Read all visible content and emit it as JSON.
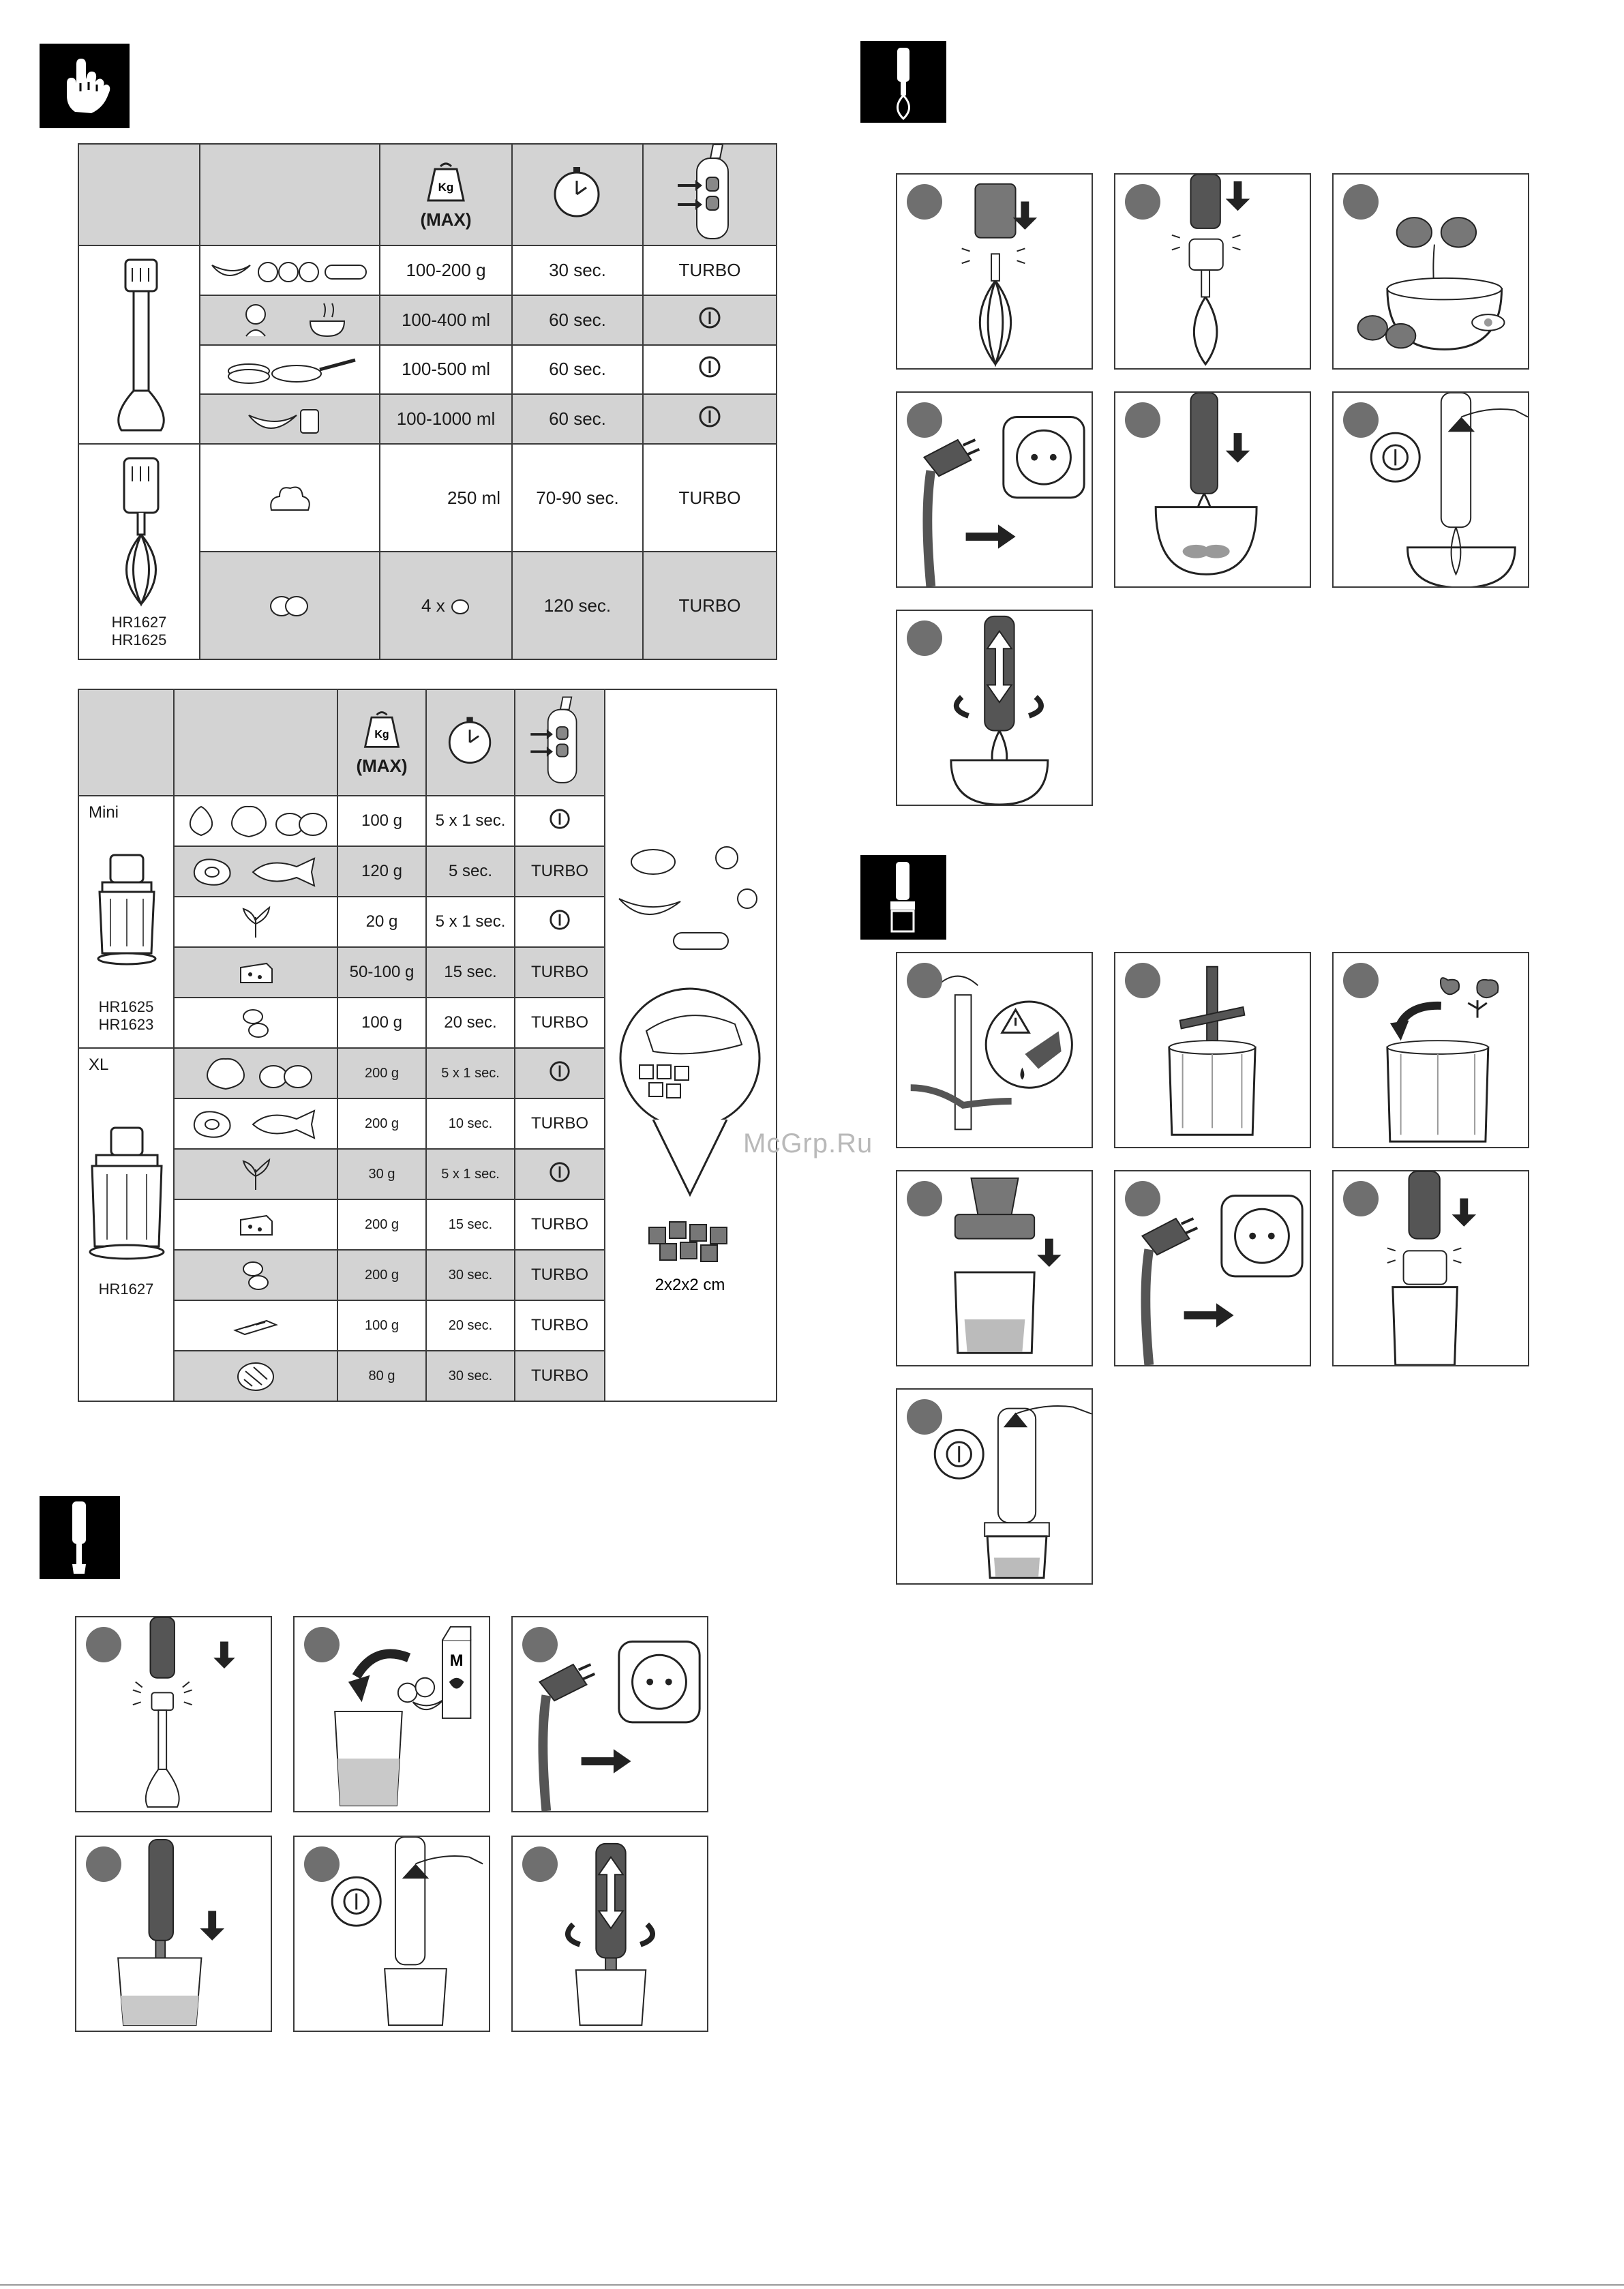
{
  "header_icons": [
    "hand-finger-icon",
    "whisk-attachment-icon",
    "chopper-attachment-icon",
    "blender-wand-icon"
  ],
  "table1": {
    "header": {
      "weight_icon_text": "Kg",
      "max_label": "(MAX)"
    },
    "blender_rows": [
      {
        "amount": "100-200 g",
        "time": "30 sec.",
        "speed": "TURBO"
      },
      {
        "amount": "100-400 ml",
        "time": "60 sec.",
        "speed": "I"
      },
      {
        "amount": "100-500 ml",
        "time": "60 sec.",
        "speed": "I"
      },
      {
        "amount": "100-1000 ml",
        "time": "60 sec.",
        "speed": "I"
      }
    ],
    "whisk_rows": [
      {
        "amount": "250 ml",
        "time": "70-90 sec.",
        "speed": "TURBO"
      },
      {
        "amount_prefix": "4 x",
        "time": "120 sec.",
        "speed": "TURBO"
      }
    ],
    "whisk_models": [
      "HR1627",
      "HR1625"
    ]
  },
  "table2": {
    "header": {
      "weight_icon_text": "Kg",
      "max_label": "(MAX)"
    },
    "mini_label": "Mini",
    "mini_models": [
      "HR1625",
      "HR1623"
    ],
    "mini_rows": [
      {
        "amount": "100 g",
        "time": "5 x 1 sec.",
        "speed": "I"
      },
      {
        "amount": "120 g",
        "time": "5 sec.",
        "speed": "TURBO"
      },
      {
        "amount": "20 g",
        "time": "5 x 1 sec.",
        "speed": "I"
      },
      {
        "amount": "50-100 g",
        "time": "15 sec.",
        "speed": "TURBO"
      },
      {
        "amount": "100 g",
        "time": "20 sec.",
        "speed": "TURBO"
      }
    ],
    "xl_label": "XL",
    "xl_models": [
      "HR1627"
    ],
    "xl_rows": [
      {
        "amount": "200 g",
        "time": "5 x 1 sec.",
        "speed": "I"
      },
      {
        "amount": "200 g",
        "time": "10 sec.",
        "speed": "TURBO"
      },
      {
        "amount": "30 g",
        "time": "5 x 1 sec.",
        "speed": "I"
      },
      {
        "amount": "200 g",
        "time": "15 sec.",
        "speed": "TURBO"
      },
      {
        "amount": "200 g",
        "time": "30 sec.",
        "speed": "TURBO"
      },
      {
        "amount": "100 g",
        "time": "20 sec.",
        "speed": "TURBO"
      },
      {
        "amount": "80 g",
        "time": "30 sec.",
        "speed": "TURBO"
      }
    ],
    "cube_size": "2x2x2 cm"
  },
  "panels": {
    "carton_letter": "M"
  },
  "watermark": "McGrp.Ru"
}
